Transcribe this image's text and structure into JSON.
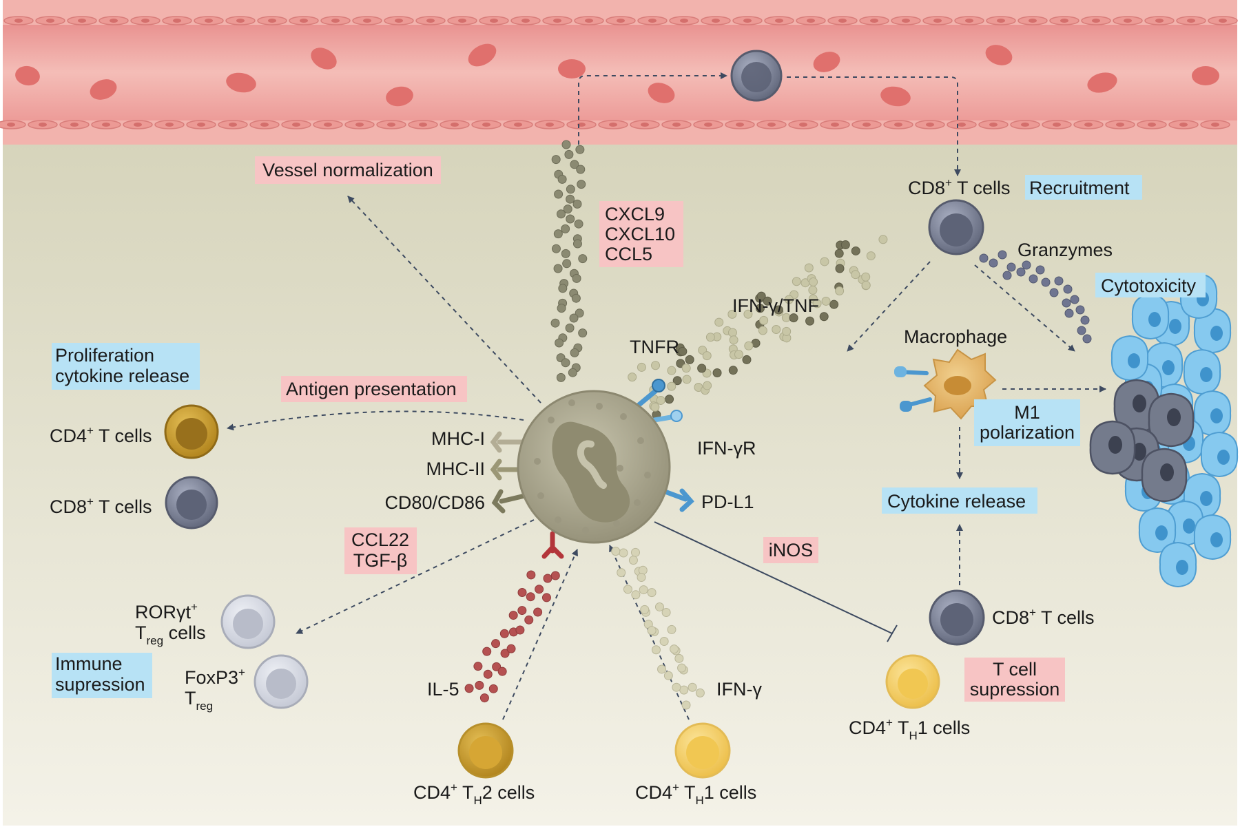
{
  "colors": {
    "vessel_wall": "#e88a8a",
    "vessel_lumen": "#f3b9b4",
    "tissue_top": "#d9d7bf",
    "tissue_bottom": "#f3f1e6",
    "pink_box": "#f7c4c4",
    "blue_box": "#b7e2f5",
    "arrow": "#3d4a60",
    "neutrophil": "#a7a48c",
    "cd8_cell": "#7c8296",
    "cd4_cell": "#c89a2e",
    "th_cell": "#f2cc62",
    "treg_cell": "#d6d9e2",
    "tumor_blue": "#7cc3ec",
    "tumor_dark": "#6a7282",
    "il5_dots": "#b55151",
    "receptor_blue": "#4b97cf",
    "receptor_red": "#b3353a"
  },
  "icons": {
    "central_cell": "neutrophil-icon",
    "macrophage": "macrophage-icon",
    "tumor": "tumor-cluster-icon",
    "vessel": "blood-vessel-icon"
  },
  "labels": {
    "vessel_normalization": "Vessel normalization",
    "chemokine_1": "CXCL9",
    "chemokine_2": "CXCL10",
    "chemokine_3": "CCL5",
    "cd8_top_main": "CD8",
    "cd8_top_sup": "+",
    "cd8_top_rest": " T cells",
    "recruitment": "Recruitment",
    "granzymes": "Granzymes",
    "cytotoxicity": "Cytotoxicity",
    "ifn_tnf": "IFN-γ/TNF",
    "macrophage": "Macrophage",
    "tnfr": "TNFR",
    "m1_line1": "M1",
    "m1_line2": "polarization",
    "ifngr": "IFN-γR",
    "prolif_line1": "Proliferation",
    "prolif_line2": "cytokine release",
    "antigen_presentation": "Antigen presentation",
    "cd4_left_main": "CD4",
    "cd4_left_sup": "+",
    "cd4_left_rest": " T cells",
    "cd8_left_main": "CD8",
    "cd8_left_sup": "+",
    "cd8_left_rest": " T cells",
    "mhc1": "MHC-I",
    "mhc2": "MHC-II",
    "cd80": "CD80/CD86",
    "pdl1": "PD-L1",
    "cytokine_release": "Cytokine release",
    "ccl22": "CCL22",
    "tgfb": "TGF-β",
    "inos": "iNOS",
    "rorgt_main": "RORγt",
    "rorgt_sup": "+",
    "treg1_t": "T",
    "treg1_sub": "reg",
    "treg1_rest": " cells",
    "immune_line1": "Immune",
    "immune_line2": "supression",
    "foxp3_main": "FoxP3",
    "foxp3_sup": "+",
    "treg2_t": "T",
    "treg2_sub": "reg",
    "cd8_right_main": "CD8",
    "cd8_right_sup": "+",
    "cd8_right_rest": " T cells",
    "tsup_line1": "T cell",
    "tsup_line2": "supression",
    "il5": "IL-5",
    "ifng": "IFN-γ",
    "cd4_th1_right_a": "CD4",
    "cd4_th1_right_sup": "+",
    "cd4_th1_right_b": " T",
    "cd4_th1_right_sub": "H",
    "cd4_th1_right_c": "1 cells",
    "cd4_th2_a": "CD4",
    "cd4_th2_sup": "+",
    "cd4_th2_b": " T",
    "cd4_th2_sub": "H",
    "cd4_th2_c": "2 cells",
    "cd4_th1_a": "CD4",
    "cd4_th1_sup": "+",
    "cd4_th1_b": " T",
    "cd4_th1_sub": "H",
    "cd4_th1_c": "1 cells"
  }
}
